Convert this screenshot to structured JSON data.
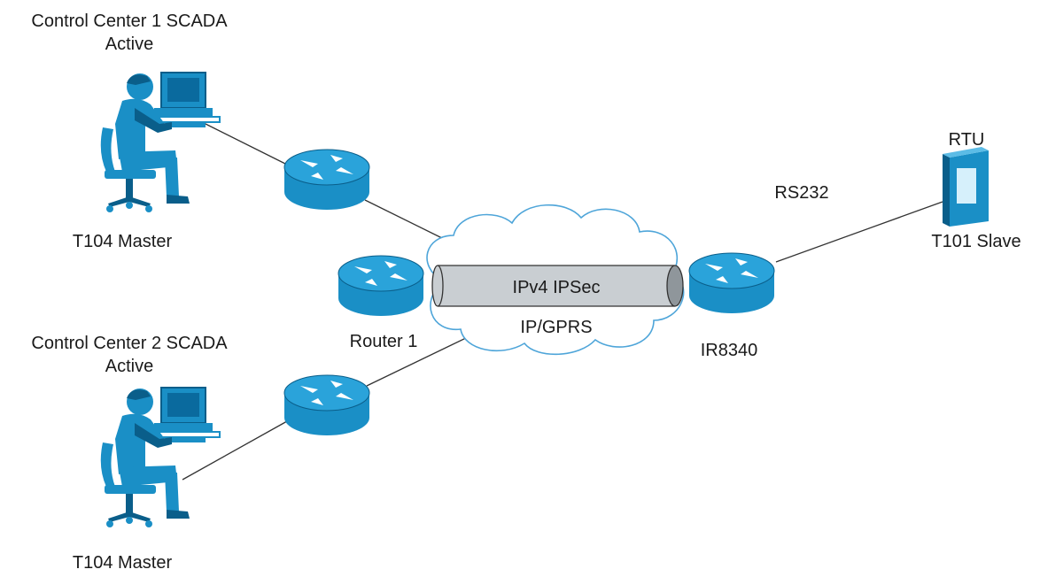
{
  "control_center_1": {
    "title_line1": "Control Center 1 SCADA",
    "title_line2": "Active",
    "role": "T104 Master"
  },
  "control_center_2": {
    "title_line1": "Control Center 2 SCADA",
    "title_line2": "Active",
    "role": "T104 Master"
  },
  "router_1": {
    "label": "Router 1"
  },
  "network": {
    "tunnel_label": "IPv4 IPSec",
    "cloud_label": "IP/GPRS"
  },
  "ir8340": {
    "label": "IR8340"
  },
  "serial_link": {
    "label": "RS232"
  },
  "rtu": {
    "name": "RTU",
    "role": "T101 Slave"
  },
  "colors": {
    "device_blue": "#1a8fc6",
    "device_dark": "#0a5e8a",
    "router_highlight": "#d6f0fb",
    "cloud_outline": "#4ea5d9",
    "tunnel_fill": "#c9ced2",
    "line": "#333333",
    "text": "#1a1a1a"
  },
  "icons": [
    "operator-workstation-icon",
    "router-icon",
    "rtu-icon",
    "cloud-icon",
    "tunnel-icon"
  ]
}
